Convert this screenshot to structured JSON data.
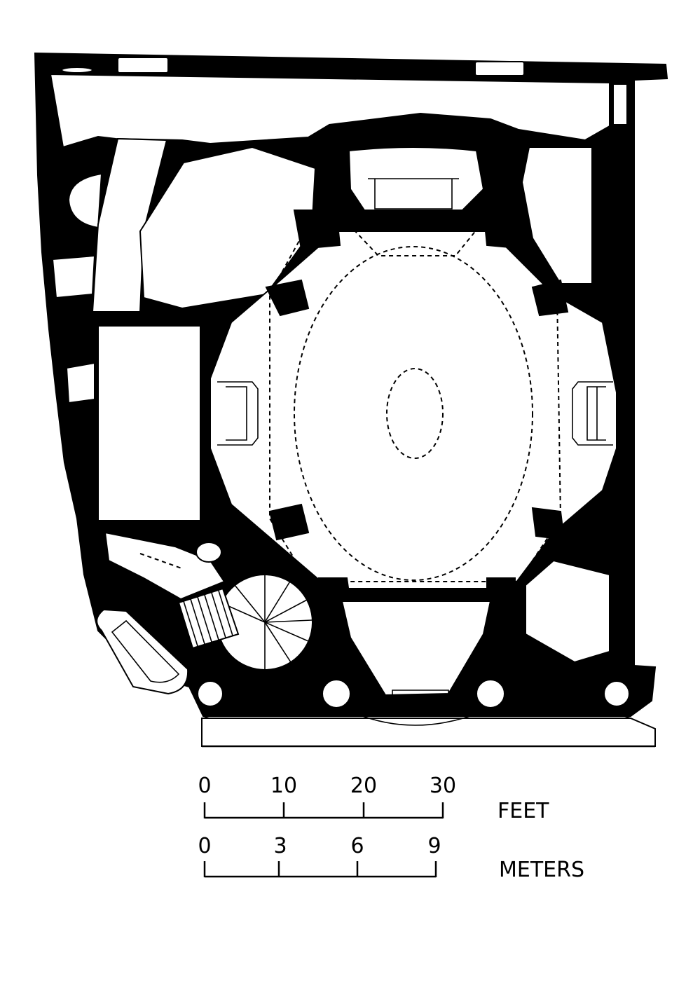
{
  "scale_bars": {
    "feet": {
      "unit": "FEET",
      "ticks": [
        "0",
        "10",
        "20",
        "30"
      ]
    },
    "meters": {
      "unit": "METERS",
      "ticks": [
        "0",
        "3",
        "6",
        "9"
      ]
    }
  }
}
